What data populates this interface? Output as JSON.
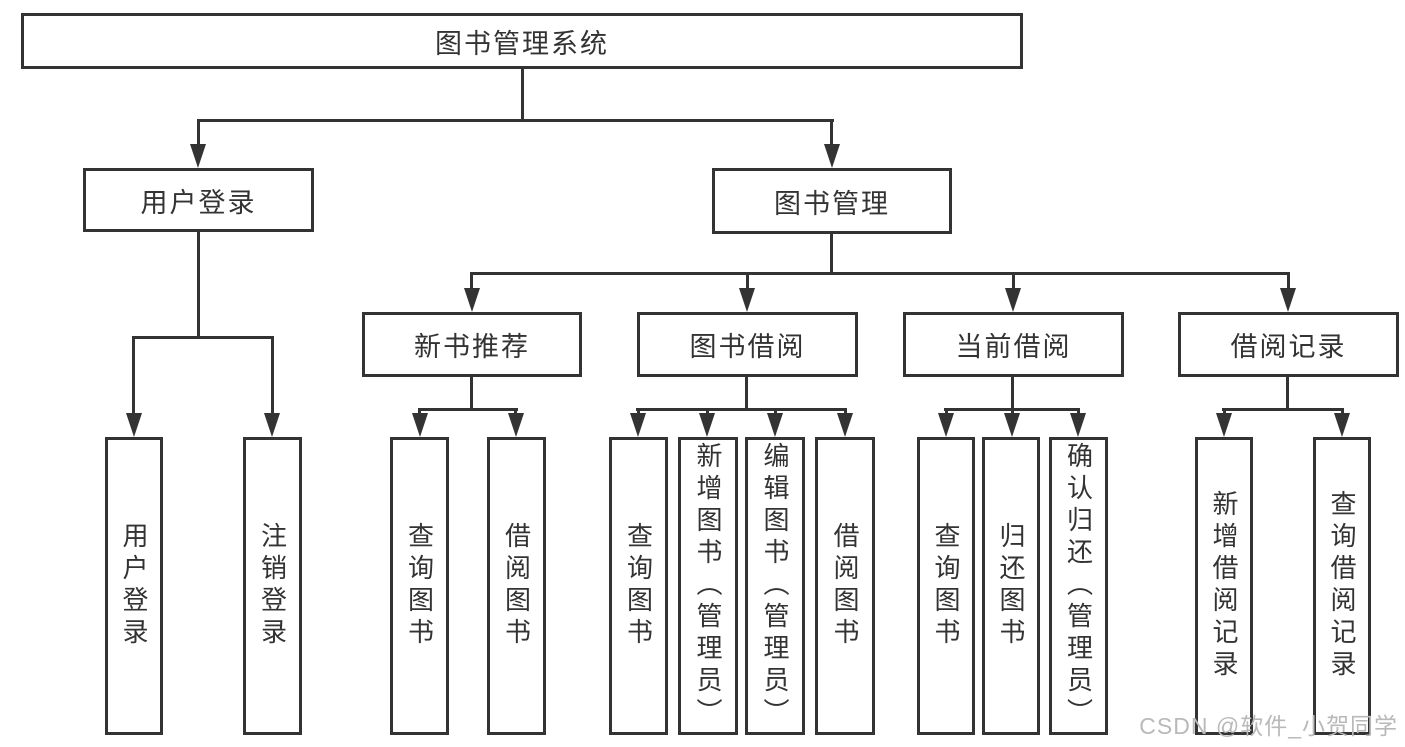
{
  "diagram_type": "hierarchy-tree",
  "colors": {
    "background": "#ffffff",
    "box_border": "#333333",
    "box_fill": "#ffffff",
    "line": "#333333",
    "text": "#333333",
    "watermark_text_color": "#b9b9b9"
  },
  "tree": {
    "label": "图书管理系统",
    "children": [
      {
        "label": "用户登录",
        "children": [
          {
            "label": "用户登录"
          },
          {
            "label": "注销登录"
          }
        ]
      },
      {
        "label": "图书管理",
        "children": [
          {
            "label": "新书推荐",
            "children": [
              {
                "label": "查询图书"
              },
              {
                "label": "借阅图书"
              }
            ]
          },
          {
            "label": "图书借阅",
            "children": [
              {
                "label": "查询图书"
              },
              {
                "label": "新增图书（管理员）"
              },
              {
                "label": "编辑图书（管理员）"
              },
              {
                "label": "借阅图书"
              }
            ]
          },
          {
            "label": "当前借阅",
            "children": [
              {
                "label": "查询图书"
              },
              {
                "label": "归还图书"
              },
              {
                "label": "确认归还（管理员）"
              }
            ]
          },
          {
            "label": "借阅记录",
            "children": [
              {
                "label": "新增借阅记录"
              },
              {
                "label": "查询借阅记录"
              }
            ]
          }
        ]
      }
    ]
  },
  "watermark": {
    "text": "CSDN @软件_小贺同学"
  }
}
